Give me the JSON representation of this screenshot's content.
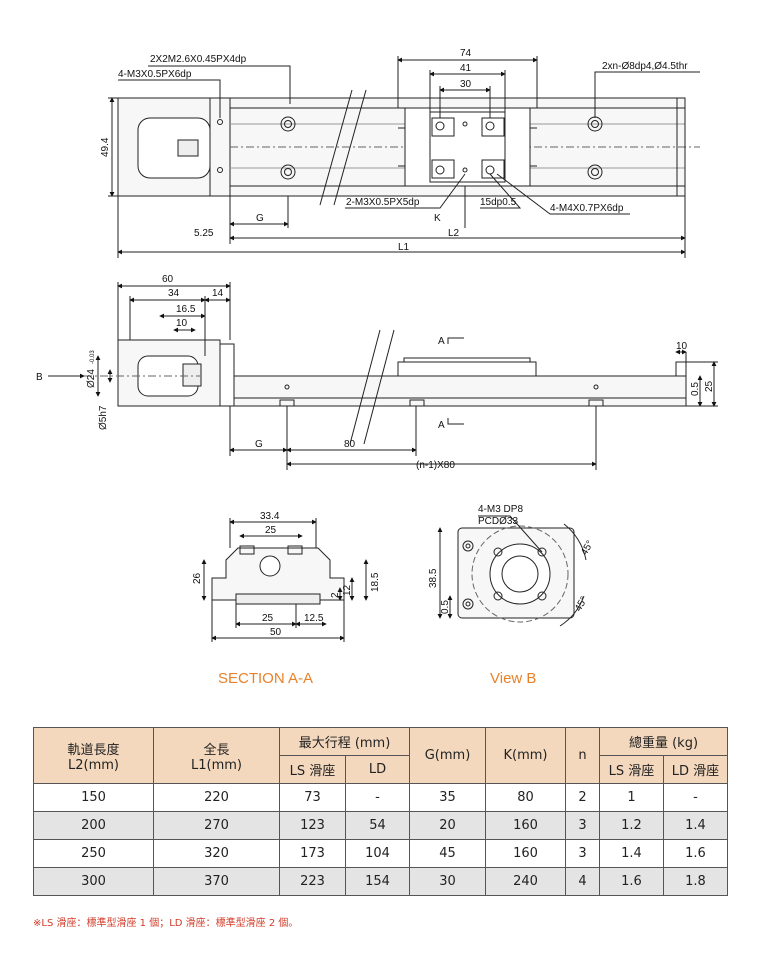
{
  "top_view": {
    "dims": {
      "tap_front": "2X2M2.6X0.45PX4dp",
      "tap_side": "4-M3X0.5PX6dp",
      "w74": "74",
      "w41": "41",
      "w30": "30",
      "holes": "2xn-Ø8dp4,Ø4.5thr",
      "h49_4": "49.4",
      "slider_tap": "2-M3X0.5PX5dp",
      "dp15": "15dp0.5",
      "slider_m4": "4-M4X0.7PX6dp",
      "g": "G",
      "k": "K",
      "d525": "5.25",
      "l2": "L2",
      "l1": "L1"
    }
  },
  "front_view": {
    "dims": {
      "w60": "60",
      "w34": "34",
      "w14": "14",
      "w16_5": "16.5",
      "w10": "10",
      "b": "B",
      "d24": "Ø24",
      "d24_tol": "-0.03",
      "d5h7": "Ø5h7",
      "a_top": "A",
      "a_bot": "A",
      "w10r": "10",
      "h0_5": "0.5",
      "h25": "25",
      "g": "G",
      "p80": "80",
      "pitch": "(n-1)X80"
    }
  },
  "section": {
    "title": "SECTION A-A",
    "dims": {
      "w33_4": "33.4",
      "w25t": "25",
      "h26": "26",
      "h2": "2",
      "h12": "12",
      "h18_5": "18.5",
      "w25b": "25",
      "w12_5": "12.5",
      "w50": "50"
    }
  },
  "view_b": {
    "title": "View B",
    "dims": {
      "m3": "4-M3 DP8",
      "pcd": "PCDØ33",
      "h38_5": "38.5",
      "h0_5": "0.5",
      "ang1": "45°",
      "ang2": "45°"
    }
  },
  "table": {
    "headers": {
      "rail_length": "軌道長度",
      "rail_length_unit": "L2(mm)",
      "total_length": "全長",
      "total_length_unit": "L1(mm)",
      "max_stroke": "最大行程 (mm)",
      "ls_slider": "LS 滑座",
      "ld": "LD",
      "g": "G(mm)",
      "k": "K(mm)",
      "n": "n",
      "total_weight": "總重量 (kg)",
      "w_ls": "LS 滑座",
      "w_ld": "LD 滑座"
    },
    "rows": [
      [
        "150",
        "220",
        "73",
        "-",
        "35",
        "80",
        "2",
        "1",
        "-"
      ],
      [
        "200",
        "270",
        "123",
        "54",
        "20",
        "160",
        "3",
        "1.2",
        "1.4"
      ],
      [
        "250",
        "320",
        "173",
        "104",
        "45",
        "160",
        "3",
        "1.4",
        "1.6"
      ],
      [
        "300",
        "370",
        "223",
        "154",
        "30",
        "240",
        "4",
        "1.6",
        "1.8"
      ]
    ],
    "note": "※LS 滑座：標準型滑座 1 個；LD 滑座：標準型滑座 2 個。"
  },
  "colors": {
    "header_bg": "#f4d8bd",
    "alt_row_bg": "#e4e4e4",
    "title_color": "#e8822a",
    "note_color": "#d23c2a"
  }
}
